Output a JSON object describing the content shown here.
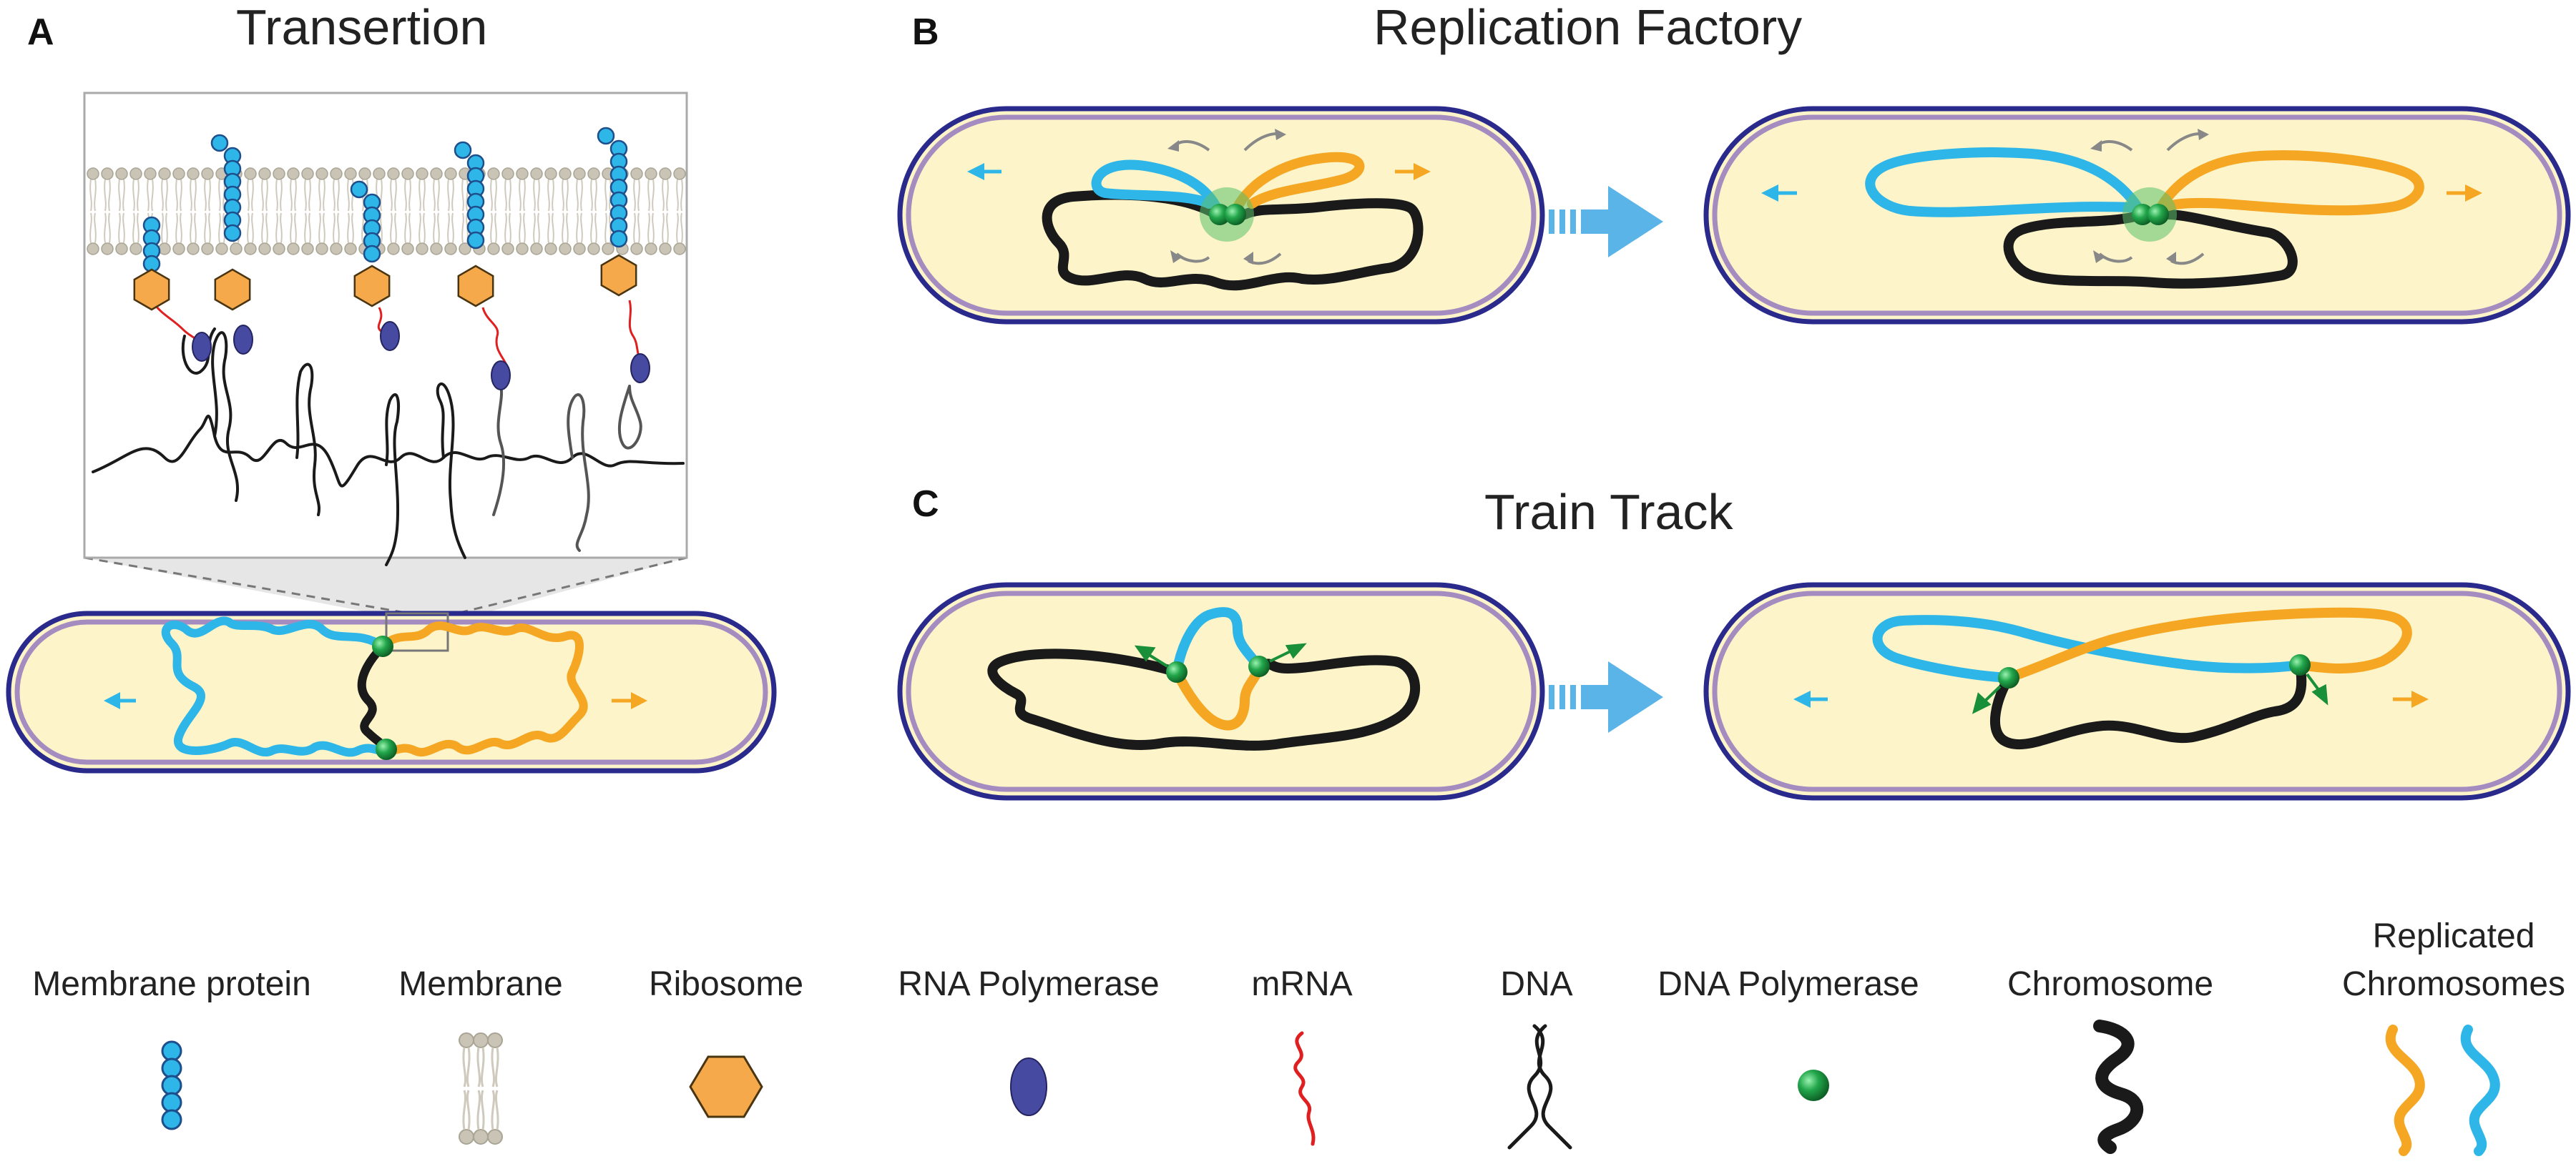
{
  "panels": {
    "a": {
      "letter": "A",
      "title": "Transertion"
    },
    "b": {
      "letter": "B",
      "title": "Replication Factory"
    },
    "c": {
      "letter": "C",
      "title": "Train Track"
    }
  },
  "legend": {
    "membrane_protein": "Membrane protein",
    "membrane": "Membrane",
    "ribosome": "Ribosome",
    "rna_polymerase": "RNA Polymerase",
    "mrna": "mRNA",
    "dna": "DNA",
    "dna_polymerase": "DNA Polymerase",
    "chromosome": "Chromosome",
    "replicated_line1": "Replicated",
    "replicated_line2": "Chromosomes"
  },
  "colors": {
    "blue_strand": "#2fb6e8",
    "orange_strand": "#f5a623",
    "chromosome": "#1a1a1a",
    "cytoplasm": "#fdf5c9",
    "cell_outer": "#2a2a8c",
    "cell_inner": "#a58cc0",
    "dna_polymerase": "#1f9a3f",
    "ribosome": "#f5a94a",
    "rna_polymerase": "#474aa1",
    "mrna": "#e02020",
    "membrane_lipid": "#bbb6a8",
    "arrow_blue": "#5ab4e8"
  }
}
